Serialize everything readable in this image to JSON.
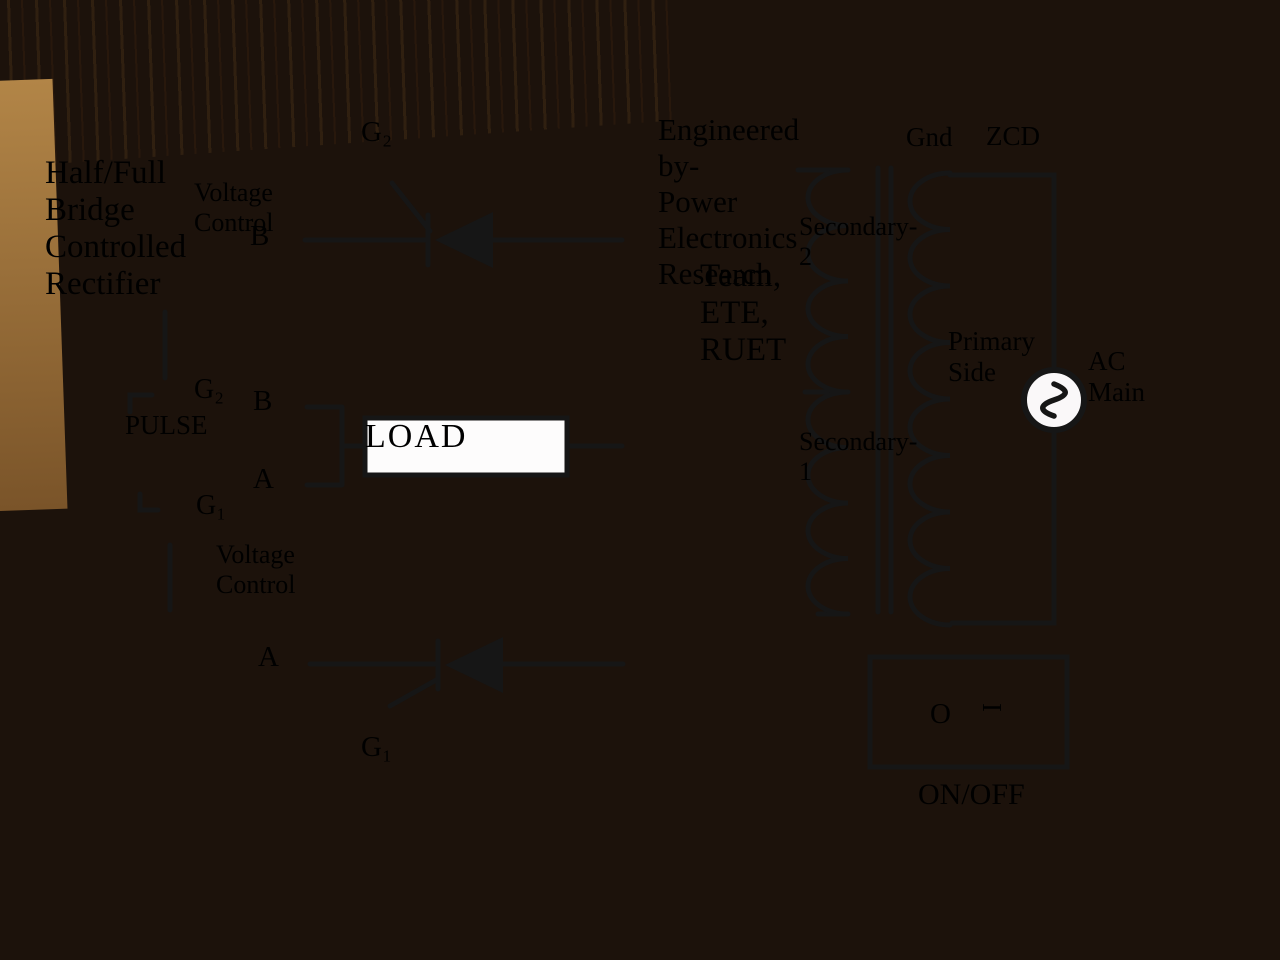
{
  "title": "Half/Full Bridge Controlled Rectifier",
  "credit": {
    "line1": "Engineered by-Power Electronics Research",
    "line2": "Team, ETE, RUET"
  },
  "controls": {
    "pulse": "PULSE",
    "g2": {
      "knob_label": "Voltage Control",
      "jack_label": "G₂",
      "color": "#f58a1e"
    },
    "g1": {
      "knob_label": "Voltage Control",
      "jack_label": "G₁",
      "color": "#1878c4"
    }
  },
  "scr2": {
    "gate": "G₂",
    "cathode": "B"
  },
  "scr1": {
    "gate": "G₁",
    "cathode": "A"
  },
  "load": {
    "label": "LOAD",
    "b": "B",
    "a": "A"
  },
  "transformer": {
    "secondary2": "Secondary-2",
    "secondary1": "Secondary-1",
    "primary": "Primary Side",
    "source": "AC Main"
  },
  "io": {
    "gnd": "Gnd",
    "zcd": "ZCD"
  },
  "power": {
    "label": "ON/OFF",
    "off_symbol": "O",
    "on_symbol": "I"
  },
  "colors": {
    "jack_red": "#e62e20",
    "rocker_red": "#c41c18",
    "panel_white": "#f5f3f4"
  }
}
